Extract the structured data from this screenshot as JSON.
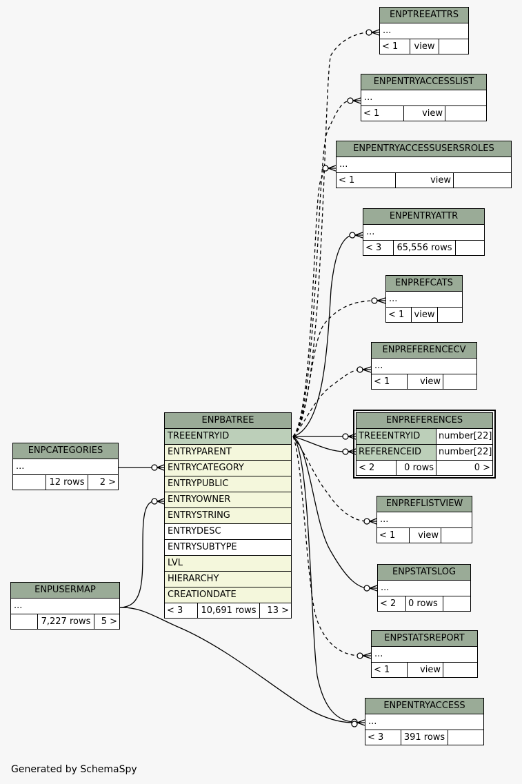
{
  "footer": "Generated by SchemaSpy",
  "colors": {
    "header": "#9aab97",
    "primary_key_row": "#bccfb9",
    "foreign_key_row": "#f4f7dc"
  },
  "tables": {
    "enptreeattrs": {
      "name": "ENPTREEATTRS",
      "columns": [
        "..."
      ],
      "footer": [
        "< 1",
        "view",
        ""
      ]
    },
    "enpentryaccesslist": {
      "name": "ENPENTRYACCESSLIST",
      "columns": [
        "..."
      ],
      "footer": [
        "< 1",
        "view",
        ""
      ]
    },
    "enpentryaccessusersroles": {
      "name": "ENPENTRYACCESSUSERSROLES",
      "columns": [
        "..."
      ],
      "footer": [
        "< 1",
        "view",
        ""
      ]
    },
    "enpentryattr": {
      "name": "ENPENTRYATTR",
      "columns": [
        "..."
      ],
      "footer": [
        "< 3",
        "65,556 rows",
        ""
      ]
    },
    "enprefcats": {
      "name": "ENPREFCATS",
      "columns": [
        "..."
      ],
      "footer": [
        "< 1",
        "view",
        ""
      ]
    },
    "enpreferencecv": {
      "name": "ENPREFERENCECV",
      "columns": [
        "..."
      ],
      "footer": [
        "< 1",
        "view",
        ""
      ]
    },
    "enpreferences": {
      "name": "ENPREFERENCES",
      "columns": [
        {
          "name": "TREEENTRYID",
          "type": "number[22]"
        },
        {
          "name": "REFERENCEID",
          "type": "number[22]"
        }
      ],
      "footer": [
        "< 2",
        "0 rows",
        "0 >"
      ]
    },
    "enpreflistview": {
      "name": "ENPREFLISTVIEW",
      "columns": [
        "..."
      ],
      "footer": [
        "< 1",
        "view",
        ""
      ]
    },
    "enpstatslog": {
      "name": "ENPSTATSLOG",
      "columns": [
        "..."
      ],
      "footer": [
        "< 2",
        "0 rows",
        ""
      ]
    },
    "enpstatsreport": {
      "name": "ENPSTATSREPORT",
      "columns": [
        "..."
      ],
      "footer": [
        "< 1",
        "view",
        ""
      ]
    },
    "enpentryaccess": {
      "name": "ENPENTRYACCESS",
      "columns": [
        "..."
      ],
      "footer": [
        "< 3",
        "391 rows",
        ""
      ]
    },
    "enpbatree": {
      "name": "ENPBATREE",
      "columns": [
        "TREEENTRYID",
        "ENTRYPARENT",
        "ENTRYCATEGORY",
        "ENTRYPUBLIC",
        "ENTRYOWNER",
        "ENTRYSTRING",
        "ENTRYDESC",
        "ENTRYSUBTYPE",
        "LVL",
        "HIERARCHY",
        "CREATIONDATE"
      ],
      "footer": [
        "< 3",
        "10,691 rows",
        "13 >"
      ]
    },
    "enpcategories": {
      "name": "ENPCATEGORIES",
      "columns": [
        "..."
      ],
      "footer": [
        "",
        "12 rows",
        "2 >"
      ]
    },
    "enpusermap": {
      "name": "ENPUSERMAP",
      "columns": [
        "..."
      ],
      "footer": [
        "",
        "7,227 rows",
        "5 >"
      ]
    }
  }
}
